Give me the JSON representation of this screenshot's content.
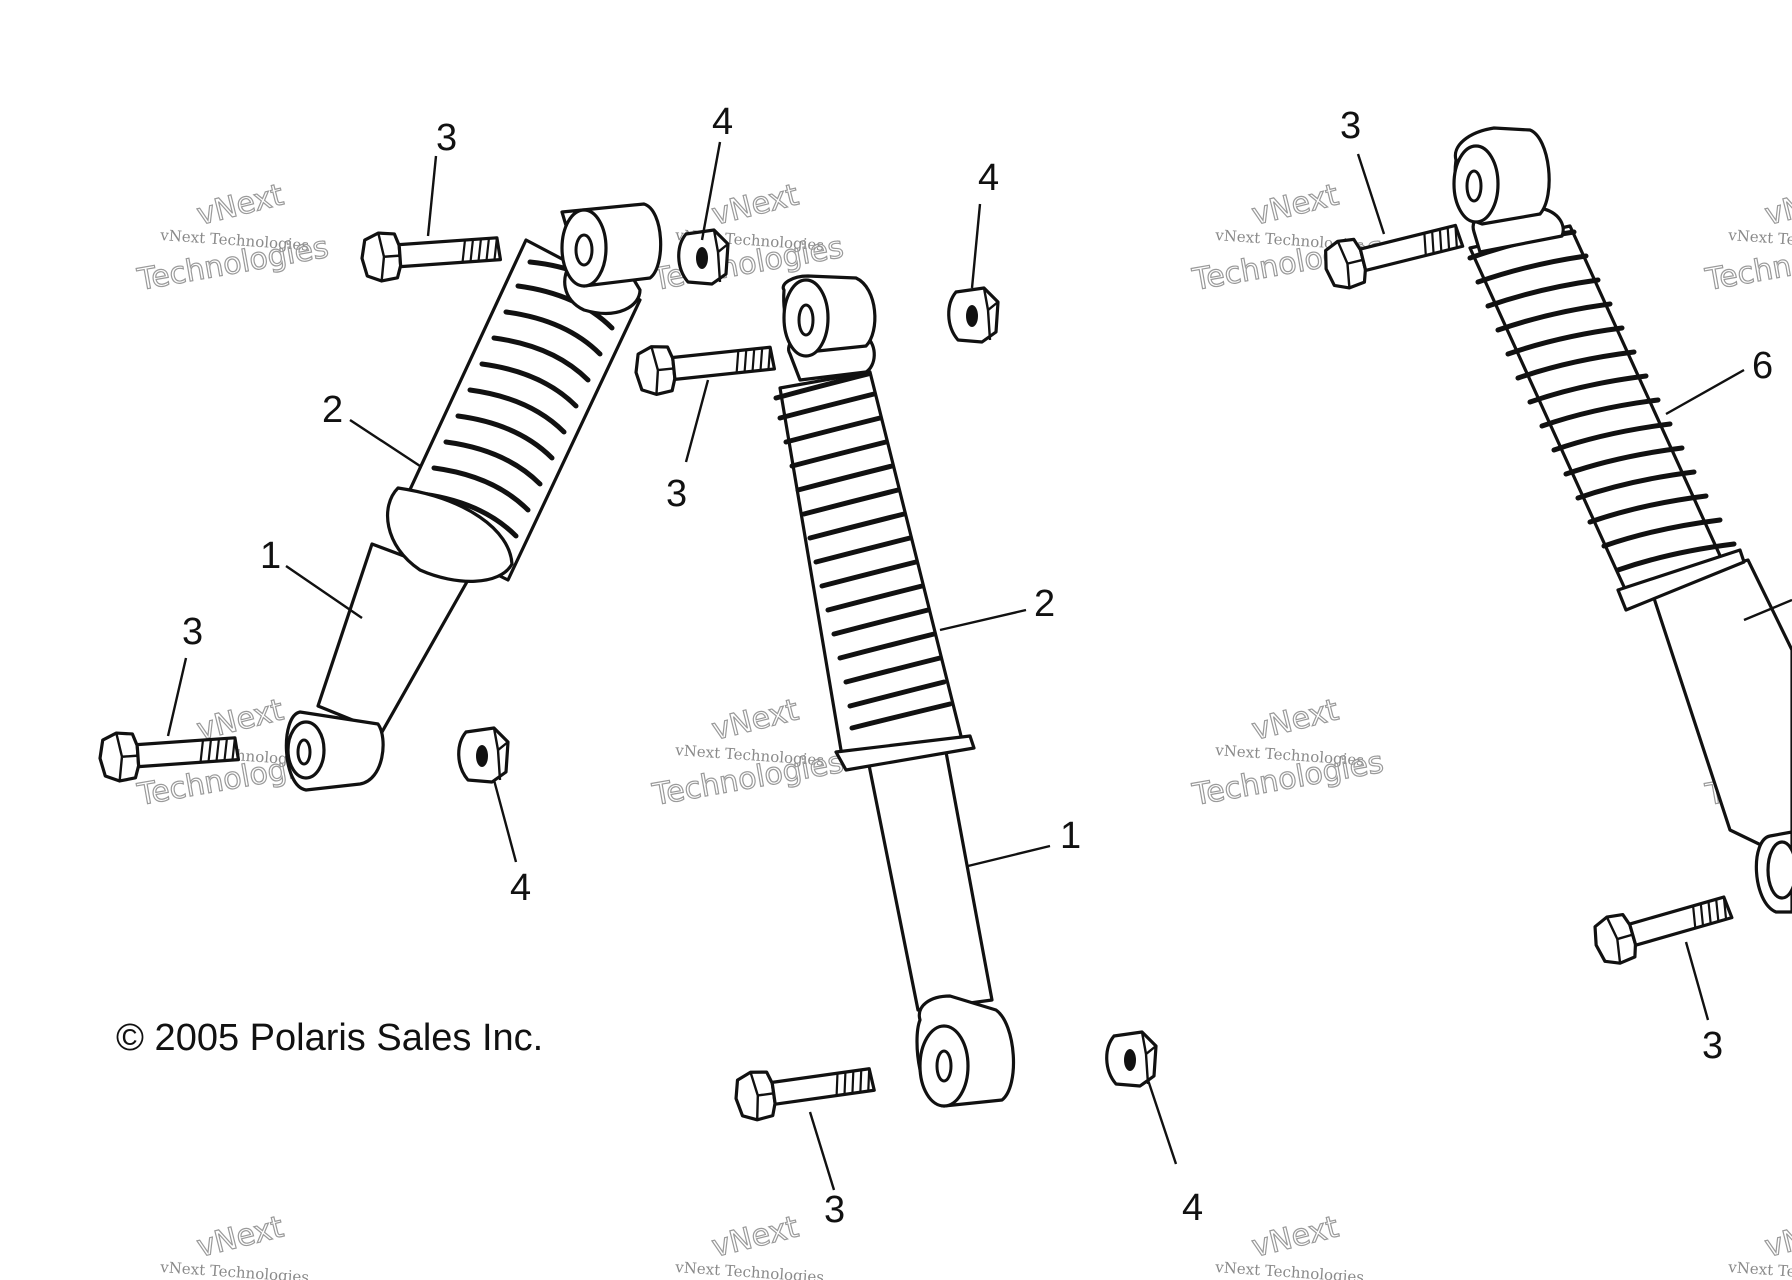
{
  "diagram": {
    "copyright": "© 2005 Polaris Sales Inc.",
    "watermark": {
      "line1": "vNext Technologies",
      "line2": "vNext",
      "line3": "Technologies"
    },
    "callouts": {
      "c1": "3",
      "c2": "4",
      "c3": "4",
      "c4": "3",
      "c5": "2",
      "c6": "1",
      "c7": "3",
      "c8": "3",
      "c9": "4",
      "c10": "2",
      "c11": "1",
      "c12": "3",
      "c13": "4",
      "c14": "6",
      "c15": "3"
    },
    "icons": {
      "shock_absorber": "shock-absorber-icon",
      "bolt": "bolt-icon",
      "nut": "nut-icon"
    }
  }
}
